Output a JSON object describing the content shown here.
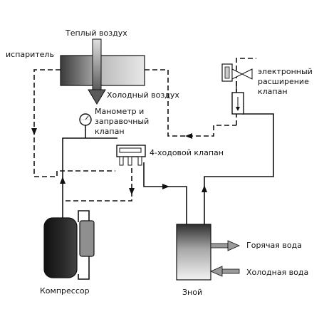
{
  "labels": {
    "warm_air": "Теплый воздух",
    "evaporator": "испаритель",
    "cold_air": "Холодный воздух",
    "gauge_line1": "Манометр и",
    "gauge_line2": "заправочный",
    "gauge_line3": "клапан",
    "valve4": "4-ходовой клапан",
    "expansion_line1": "электронный",
    "expansion_line2": "расширение",
    "expansion_line3": "клапан",
    "hot_water": "Горячая вода",
    "cold_water": "Холодная вода",
    "compressor": "Компрессор",
    "tank": "Зной"
  },
  "colors": {
    "line": "#111111",
    "fill_dark": "#1a1a1a",
    "fill_gray": "#9a9a9a"
  }
}
